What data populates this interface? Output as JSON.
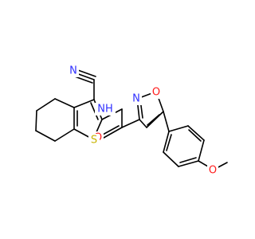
{
  "colors": {
    "bond": "#000000",
    "carbon": "#000000",
    "nitrogen": "#3030ff",
    "oxygen": "#ff1a1a",
    "sulfur": "#c8b400"
  },
  "atoms": {
    "nitrile_N": "N",
    "amide_NH": "NH",
    "amide_O": "O",
    "thiophene_S": "S",
    "isoxazole_N": "N",
    "isoxazole_O": "O",
    "methoxy_O": "O"
  }
}
